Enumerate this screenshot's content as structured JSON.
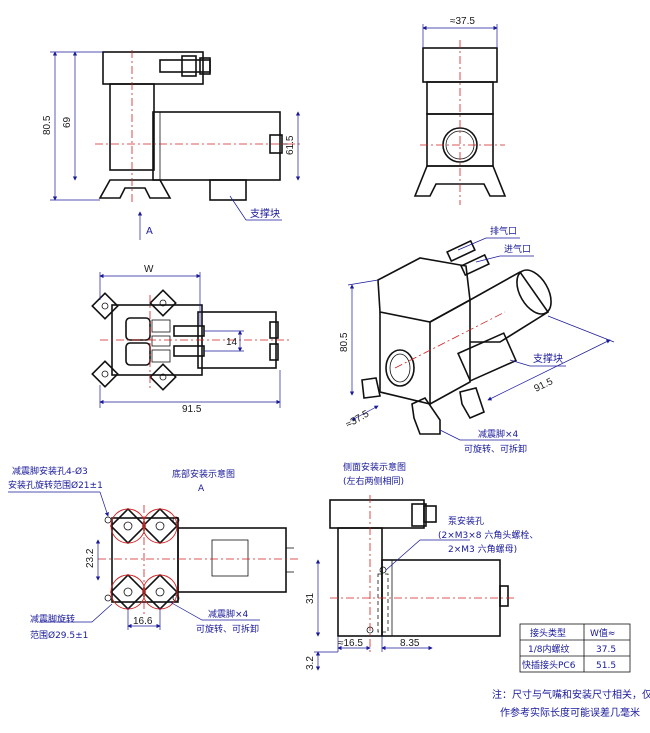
{
  "dimensions": {
    "front_height_total": "80.5",
    "front_height_body": "69",
    "front_motor_height": "61.5",
    "side_width": "≈37.5",
    "top_width_label": "W",
    "top_length": "91.5",
    "top_port_spacing": "14",
    "iso_height": "80.5",
    "iso_length": "91.5",
    "iso_width": "≈37.5",
    "bottom_hole_spacing": "23.2",
    "bottom_foot_offset": "16.6",
    "side2_height": "31",
    "side2_offset": "≈16.5",
    "side2_motor_offset": "8.35",
    "side2_bottom": "3.2"
  },
  "labels": {
    "view_a": "A",
    "support_block_front": "支撑块",
    "exhaust_port": "排气口",
    "intake_port": "进气口",
    "support_block_iso": "支撑块",
    "damping_foot_iso": "减震脚×4",
    "damping_foot_iso_sub": "可旋转、可拆卸",
    "bottom_hole_title": "减震脚安装孔4-Ø3",
    "bottom_hole_range": "安装孔旋转范围Ø21±1",
    "bottom_view_title": "底部安装示意图",
    "bottom_view_letter": "A",
    "side_view_title": "侧面安装示意图",
    "side_view_sub": "(左右两侧相同)",
    "pump_hole_title": "泵安装孔",
    "pump_hole_line1": "(2×M3×8 六角头螺栓、",
    "pump_hole_line2": "2×M3 六角螺母)",
    "foot_rotate_title": "减震脚旋转",
    "foot_rotate_range": "范围Ø29.5±1",
    "damping_foot_bottom": "减震脚×4",
    "damping_foot_bottom_sub": "可旋转、可拆卸"
  },
  "table": {
    "header": [
      "接头类型",
      "W值≈"
    ],
    "rows": [
      [
        "1/8内螺纹",
        "37.5"
      ],
      [
        "快插接头PC6",
        "51.5"
      ]
    ]
  },
  "note": {
    "line1": "注：尺寸与气嘴和安装尺寸相关，仅",
    "line2": "作参考实际长度可能误差几毫米"
  }
}
